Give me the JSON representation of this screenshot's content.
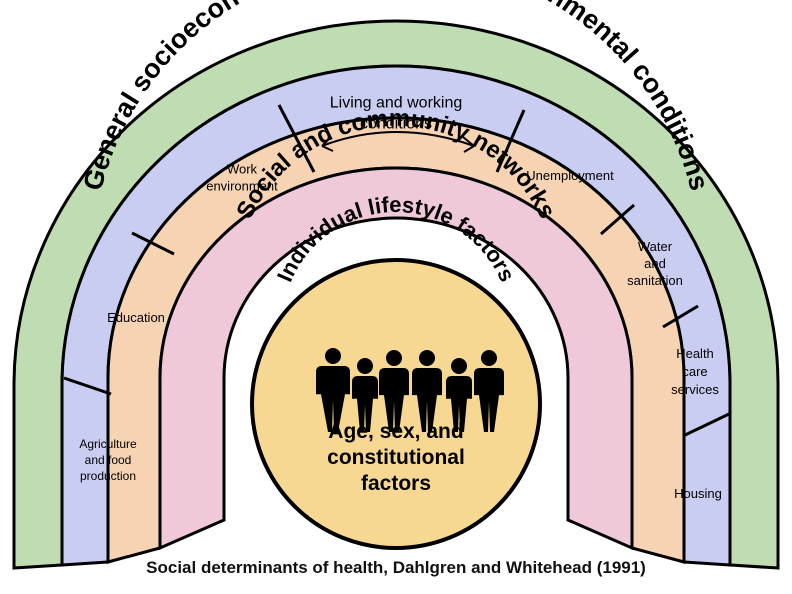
{
  "colors": {
    "outer_band": "#bfdcb3",
    "segments": "#c9cdf1",
    "social_band": "#f6d3b3",
    "lifestyle_band": "#efc9d9",
    "core": "#f7d892",
    "stroke": "#000000",
    "figures": "#000000"
  },
  "rings": {
    "outer_title": "General socioeconomic cultural, and environmental conditions",
    "social": "Social and community networks",
    "lifestyle": "Individual lifestyle factors",
    "core_lines": [
      "Age, sex, and",
      "constitutional",
      "factors"
    ]
  },
  "segments": {
    "living_lines": [
      "Living and working",
      "conditions"
    ],
    "items": [
      {
        "lines": [
          "Agriculture",
          "and food",
          "production"
        ]
      },
      {
        "lines": [
          "Education"
        ]
      },
      {
        "lines": [
          "Work",
          "environment"
        ]
      },
      {
        "lines": [
          "Unemployment"
        ]
      },
      {
        "lines": [
          "Water",
          "and",
          "sanitation"
        ]
      },
      {
        "lines": [
          "Health",
          "care",
          "services"
        ]
      },
      {
        "lines": [
          "Housing"
        ]
      }
    ]
  },
  "icons": [
    "person-silhouette-icon",
    "double-arrow-icon"
  ],
  "caption": "Social determinants of health, Dahlgren and Whitehead (1991)"
}
